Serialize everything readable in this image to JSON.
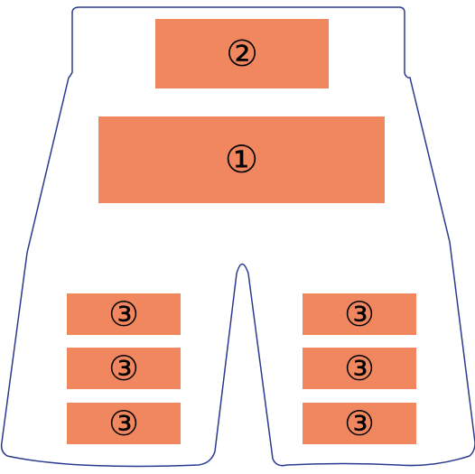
{
  "colors": {
    "outline": "#2b3a8f",
    "zone": "#f0875f",
    "label": "#000000",
    "background": "#ffffff"
  },
  "zones": {
    "collar": {
      "label": "②"
    },
    "chest": {
      "label": "①"
    },
    "left_leg": [
      {
        "label": "③"
      },
      {
        "label": "③"
      },
      {
        "label": "③"
      }
    ],
    "right_leg": [
      {
        "label": "③"
      },
      {
        "label": "③"
      },
      {
        "label": "③"
      }
    ]
  }
}
